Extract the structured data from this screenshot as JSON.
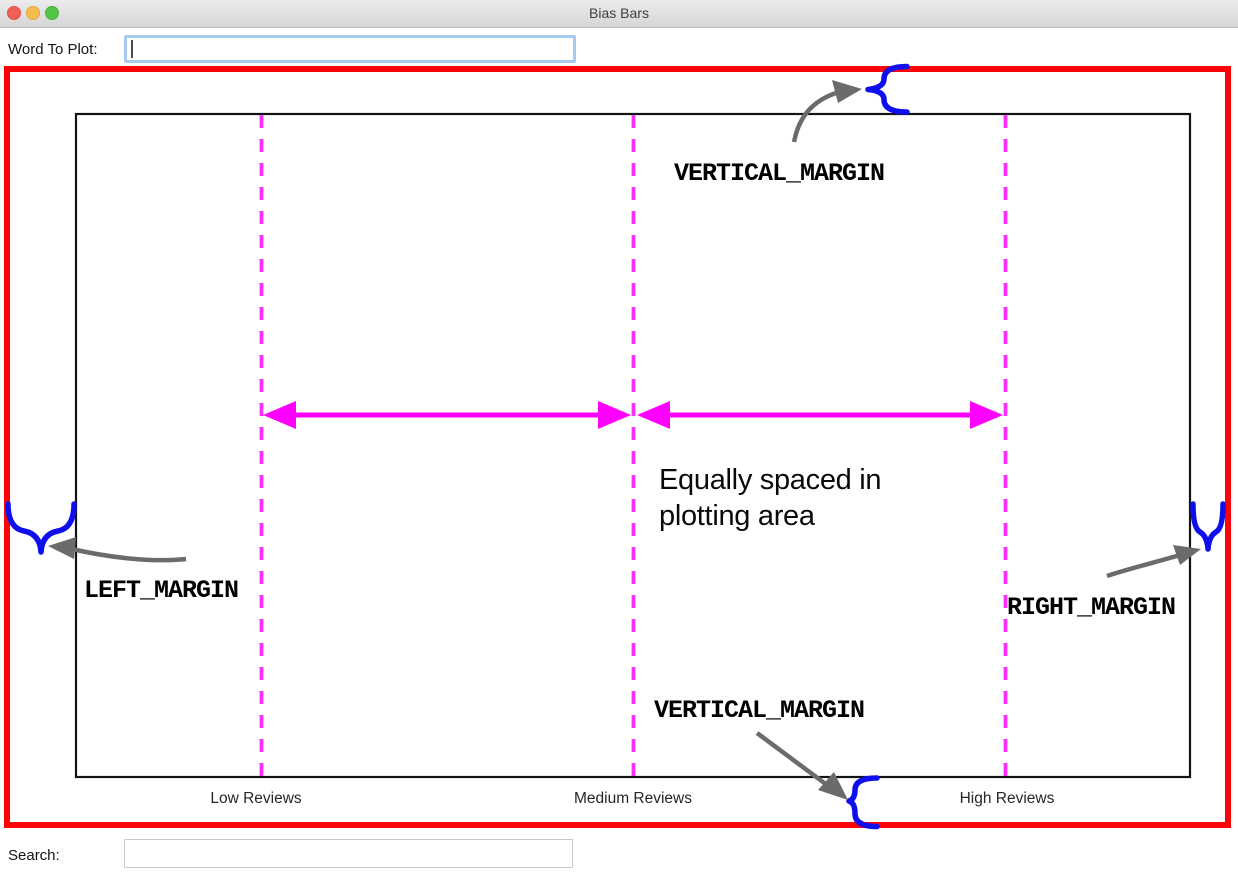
{
  "window": {
    "title": "Bias Bars",
    "controls": {
      "close_color": "#f35f57",
      "minimize_color": "#f6bd4d",
      "maximize_color": "#54c647"
    }
  },
  "toolbar": {
    "word_to_plot_label": "Word To Plot:",
    "word_to_plot_value": ""
  },
  "plot": {
    "categories": [
      "Low Reviews",
      "Medium Reviews",
      "High Reviews"
    ],
    "guide_lines_x_fraction": [
      "1/6",
      "1/2",
      "5/6"
    ],
    "colors": {
      "canvas_border": "#fa0408",
      "plot_border": "#141414",
      "guide_magenta": "#ff00ff",
      "brace_blue": "#0f0fee",
      "arrow_gray": "#6b6b6b"
    }
  },
  "annotations": {
    "vertical_margin_top": "VERTICAL_MARGIN",
    "vertical_margin_bottom": "VERTICAL_MARGIN",
    "left_margin": "LEFT_MARGIN",
    "right_margin": "RIGHT_MARGIN",
    "note_line1": "Equally spaced in",
    "note_line2": "plotting area"
  },
  "statusbar": {
    "search_label": "Search:",
    "search_value": ""
  }
}
